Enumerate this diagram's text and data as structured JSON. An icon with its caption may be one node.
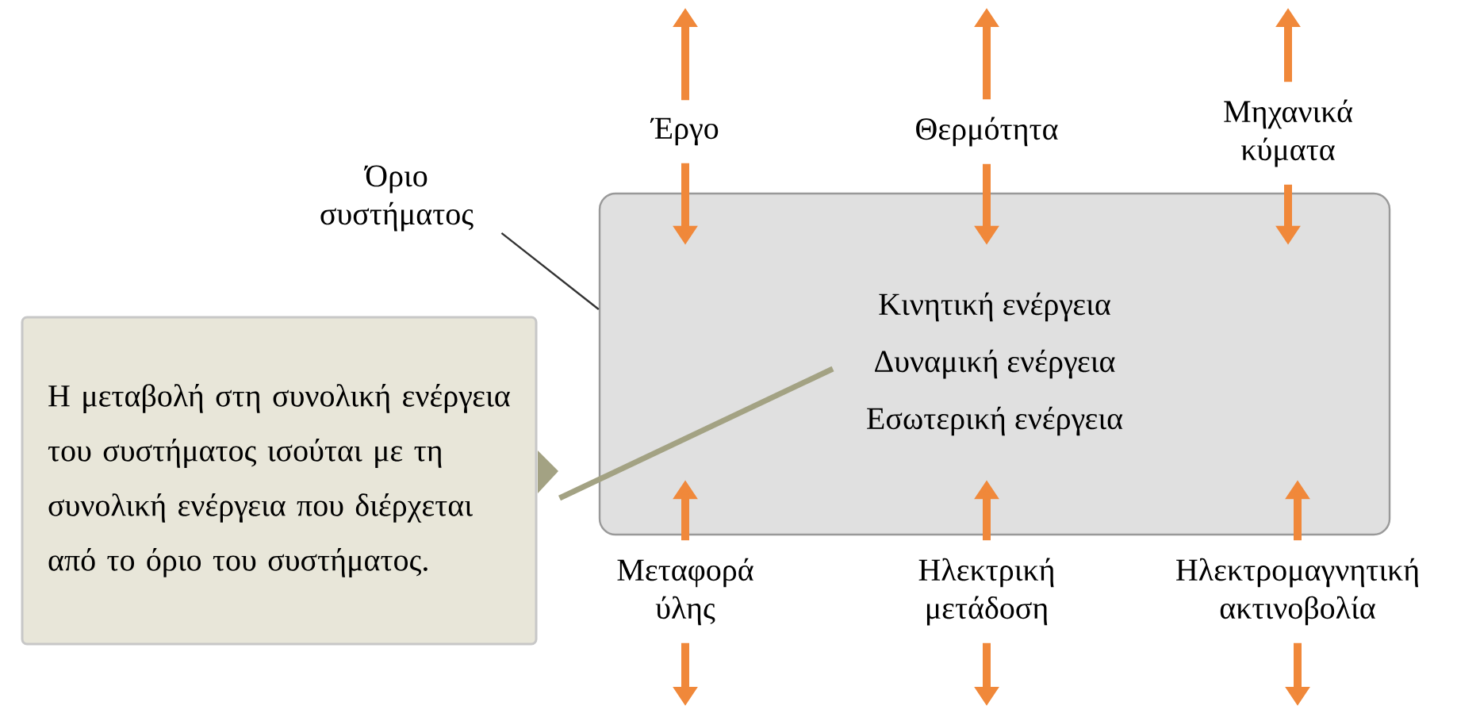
{
  "diagram": {
    "nodes": [
      {
        "text": [
          "Κινητική ενέργεια",
          "Δυναμική ενέργεια",
          "Εσωτερική ενέργεια"
        ]
      },
      {
        "text": [
          "Όριο συστήματος"
        ]
      },
      {
        "text": [
          "Η μεταβολή στη συνολική ενέργεια του συστήματος ισούται με τη συνολική ενέργεια που διέρχεται από το όριο του συστήματος."
        ]
      },
      {
        "text": [
          "Έργο"
        ]
      },
      {
        "text": [
          "Θερμότητα"
        ]
      },
      {
        "text": [
          "Μηχανικά κύματα"
        ]
      },
      {
        "text": [
          "Μεταφορά ύλης"
        ]
      },
      {
        "text": [
          "Ηλεκτρική μετάδοση"
        ]
      },
      {
        "text": [
          "Ηλεκτρομαγνητική ακτινοβολία"
        ]
      }
    ],
    "edges": [
      {
        "from": 1,
        "to": 0,
        "arrow": "none",
        "color": "#333333"
      },
      {
        "from": 2,
        "to": 0,
        "arrow": "none",
        "color": "#a3a283"
      },
      {
        "from": 3,
        "to": null,
        "arrow": "to"
      },
      {
        "from": 3,
        "to": 0,
        "arrow": "to"
      },
      {
        "from": 4,
        "to": null,
        "arrow": "to"
      },
      {
        "from": 4,
        "to": 0,
        "arrow": "to"
      },
      {
        "from": 5,
        "to": null,
        "arrow": "to"
      },
      {
        "from": 5,
        "to": 0,
        "arrow": "to"
      },
      {
        "from": 6,
        "to": 0,
        "arrow": "to"
      },
      {
        "from": 6,
        "to": null,
        "arrow": "to"
      },
      {
        "from": 7,
        "to": 0,
        "arrow": "to"
      },
      {
        "from": 7,
        "to": null,
        "arrow": "to"
      },
      {
        "from": 8,
        "to": 0,
        "arrow": "to"
      },
      {
        "from": 8,
        "to": null,
        "arrow": "to"
      }
    ]
  }
}
